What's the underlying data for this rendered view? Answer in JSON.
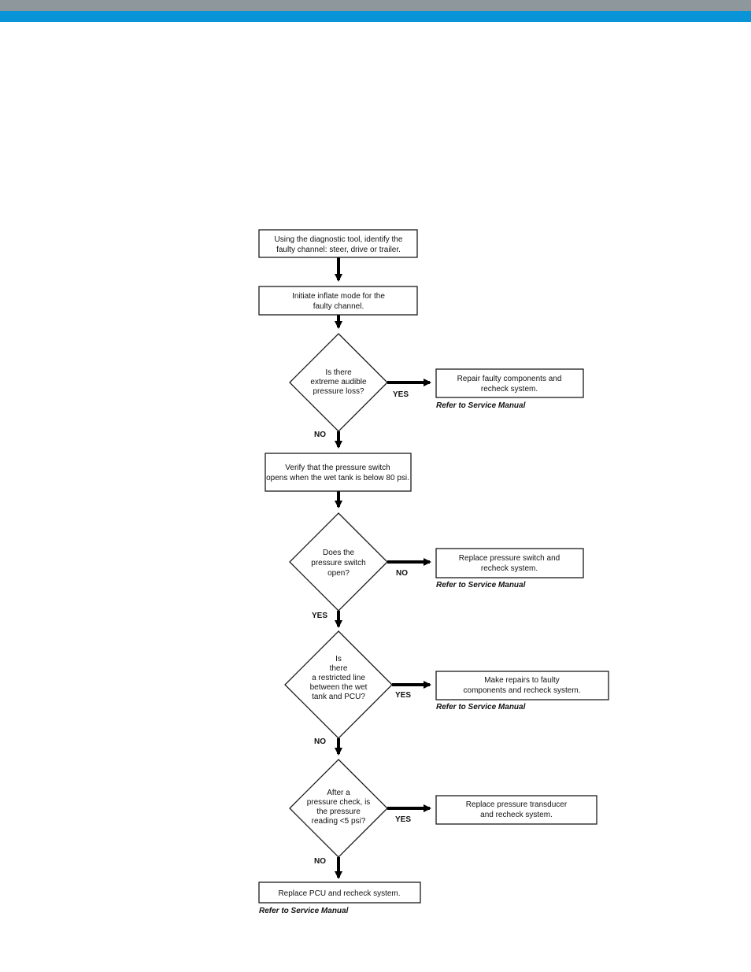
{
  "header": {
    "band_top_color": "#8e979c",
    "band_bottom_color": "#0894d6"
  },
  "flowchart": {
    "step_identify": {
      "line1": "Using the diagnostic tool, identify the",
      "line2": "faulty channel: steer, drive or trailer."
    },
    "step_inflate": {
      "line1": "Initiate inflate mode for the",
      "line2": "faulty channel."
    },
    "decision_pressure_loss": {
      "line1": "Is there",
      "line2": "extreme audible",
      "line3": "pressure loss?",
      "yes_label": "YES",
      "no_label": "NO"
    },
    "action_repair_faulty": {
      "line1": "Repair faulty components and",
      "line2": "recheck system.",
      "ref": "Refer to Service Manual"
    },
    "step_verify_switch": {
      "line1": "Verify that the pressure switch",
      "line2": "opens when the wet tank is below 80 psi."
    },
    "decision_switch_open": {
      "line1": "Does the",
      "line2": "pressure switch",
      "line3": "open?",
      "no_label": "NO",
      "yes_label": "YES"
    },
    "action_replace_switch": {
      "line1": "Replace pressure switch and",
      "line2": "recheck system.",
      "ref": "Refer to Service Manual"
    },
    "decision_restricted_line": {
      "line1": "Is",
      "line2": "there",
      "line3": "a restricted line",
      "line4": "between the wet",
      "line5": "tank and PCU?",
      "yes_label": "YES",
      "no_label": "NO"
    },
    "action_make_repairs": {
      "line1": "Make repairs to faulty",
      "line2": "components and recheck system.",
      "ref": "Refer to Service Manual"
    },
    "decision_pressure_check": {
      "line1": "After a",
      "line2": "pressure check, is",
      "line3": "the pressure",
      "line4": "reading <5 psi?",
      "yes_label": "YES",
      "no_label": "NO"
    },
    "action_replace_transducer": {
      "line1": "Replace pressure transducer",
      "line2": "and recheck system."
    },
    "action_replace_pcu": {
      "line1": "Replace PCU and recheck system.",
      "ref": "Refer to Service Manual"
    }
  }
}
